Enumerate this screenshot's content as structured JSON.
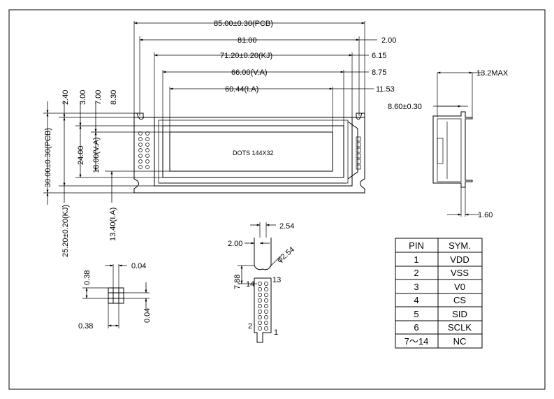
{
  "front_view": {
    "dims_horizontal": {
      "pcb_width": "85.00±0.30(PCB)",
      "hole_pitch": "81.00",
      "hole_offset": "2.00",
      "kj_width": "71.20±0.20(KJ)",
      "kj_offset": "6.15",
      "va_width": "66.00(V.A)",
      "va_offset": "8.75",
      "ia_width": "60.44(I.A)",
      "ia_offset": "11.53"
    },
    "dims_vertical": {
      "d1": "2.40",
      "d2": "3.00",
      "d3": "7.00",
      "d4": "8.30",
      "pcb_height": "30.00±0.30(PCB)",
      "ia_offset_v": "24.00",
      "va_height": "18.00(V.A)",
      "kj_height": "25.20±0.20(KJ)",
      "ia_height": "13.40(I.A)"
    },
    "display_label": "DOTS 144X32"
  },
  "side_view": {
    "max_thickness": "13.2MAX",
    "body_thickness": "8.60±0.30",
    "pin_dim": "1.60"
  },
  "dot_detail": {
    "pitch_top": "0.04",
    "dot_v": "0.38",
    "dot_h": "0.38",
    "gap_v": "0.04"
  },
  "connector_detail": {
    "pitch": "2.54",
    "offset_x": "2.00",
    "hole_dia": "φ2.54",
    "offset_y": "7.88",
    "pin_14": "14",
    "pin_13": "13",
    "pin_2": "2",
    "pin_1": "1"
  },
  "pin_table": {
    "headers": [
      "PIN",
      "SYM."
    ],
    "rows": [
      [
        "1",
        "VDD"
      ],
      [
        "2",
        "VSS"
      ],
      [
        "3",
        "V0"
      ],
      [
        "4",
        "CS"
      ],
      [
        "5",
        "SID"
      ],
      [
        "6",
        "SCLK"
      ],
      [
        "7～14",
        "NC"
      ]
    ]
  }
}
